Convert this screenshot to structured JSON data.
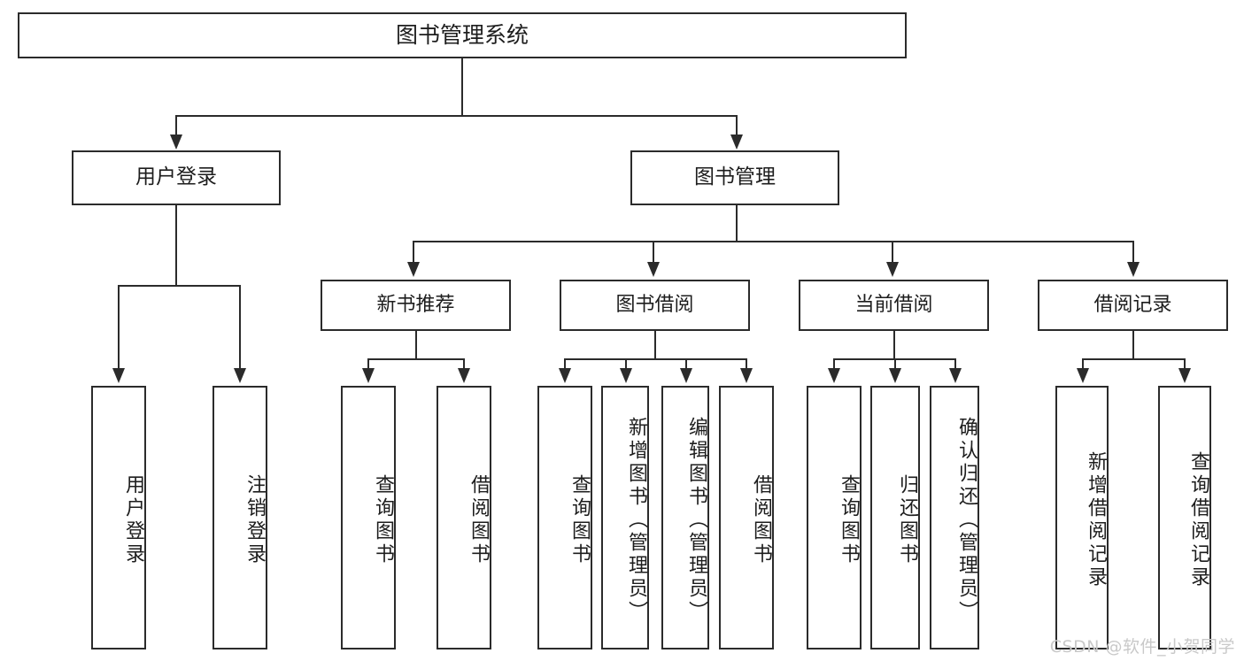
{
  "diagram": {
    "title": "图书管理系统",
    "type": "tree-hierarchy-diagram",
    "watermark": "CSDN @软件_小贺同学",
    "colors": {
      "stroke": "#2b2b2b",
      "fill": "#ffffff",
      "text": "#1d1d1d",
      "watermark": "#c9c9c9"
    },
    "root": {
      "label": "图书管理系统"
    },
    "level2": [
      {
        "label": "用户登录"
      },
      {
        "label": "图书管理"
      }
    ],
    "level3": [
      {
        "label": "新书推荐"
      },
      {
        "label": "图书借阅"
      },
      {
        "label": "当前借阅"
      },
      {
        "label": "借阅记录"
      }
    ],
    "leaves": {
      "user_login": [
        {
          "label": "用户登录"
        },
        {
          "label": "注销登录"
        }
      ],
      "new_book_recommend": [
        {
          "label": "查询图书"
        },
        {
          "label": "借阅图书"
        }
      ],
      "book_borrow": [
        {
          "label": "查询图书"
        },
        {
          "label": "新增图书（管理员）"
        },
        {
          "label": "编辑图书（管理员）"
        },
        {
          "label": "借阅图书"
        }
      ],
      "current_borrow": [
        {
          "label": "查询图书"
        },
        {
          "label": "归还图书"
        },
        {
          "label": "确认归还（管理员）"
        }
      ],
      "borrow_record": [
        {
          "label": "新增借阅记录"
        },
        {
          "label": "查询借阅记录"
        }
      ]
    }
  }
}
